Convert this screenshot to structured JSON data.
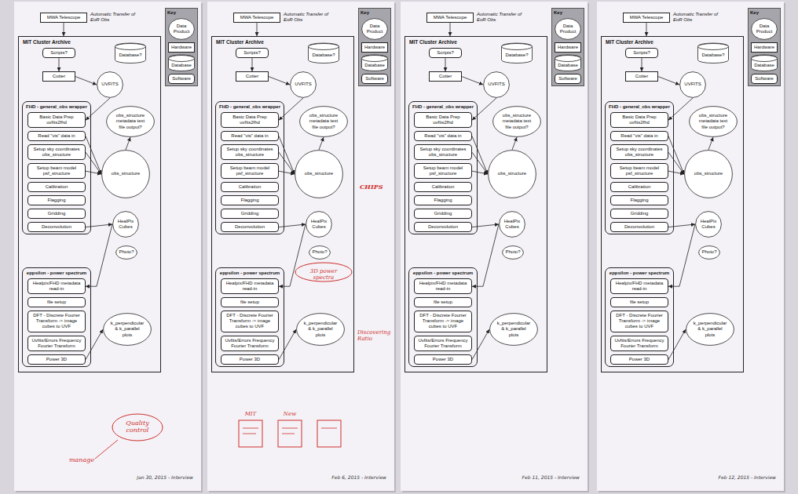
{
  "diagram": {
    "nodes": [
      {
        "text": [
          "MWA Telescope"
        ]
      },
      {
        "text": [
          "Key"
        ]
      },
      {
        "text": [
          "Data Product"
        ],
        "in": 1
      },
      {
        "text": [
          "Hardware"
        ],
        "in": 1
      },
      {
        "text": [
          "Database"
        ],
        "in": 1
      },
      {
        "text": [
          "Software"
        ],
        "in": 1
      },
      {
        "text": [
          "MIT Cluster Archive"
        ]
      },
      {
        "text": [
          "Scripts?"
        ],
        "in": 6
      },
      {
        "text": [
          "Database?"
        ],
        "in": 6
      },
      {
        "text": [
          "Cotter"
        ],
        "in": 6
      },
      {
        "text": [
          "UVFITS"
        ],
        "in": 6
      },
      {
        "text": [
          "FHD - general_obs wrapper"
        ],
        "in": 6
      },
      {
        "text": [
          "Basic Data Prep uvfits2fhd"
        ],
        "in": 11
      },
      {
        "text": [
          "Read \"vis\" data in"
        ],
        "in": 11
      },
      {
        "text": [
          "Setup sky coordinates obs_structure"
        ],
        "in": 11
      },
      {
        "text": [
          "Setup beam model psf_structure"
        ],
        "in": 11
      },
      {
        "text": [
          "Calibration"
        ],
        "in": 11
      },
      {
        "text": [
          "Flagging"
        ],
        "in": 11
      },
      {
        "text": [
          "Gridding"
        ],
        "in": 11
      },
      {
        "text": [
          "Deconvolution"
        ],
        "in": 11
      },
      {
        "text": [
          "obs_structure metadata text file output?"
        ],
        "in": 6
      },
      {
        "text": [
          "obs_structure"
        ],
        "in": 6
      },
      {
        "text": [
          "HealPix Cubes"
        ],
        "in": 6
      },
      {
        "text": [
          "Photo?"
        ],
        "in": 6
      },
      {
        "text": [
          "eppsilon - power spectrum"
        ],
        "in": 6
      },
      {
        "text": [
          "Healpix/FHD metadata read-in"
        ],
        "in": 24
      },
      {
        "text": [
          "file setup"
        ],
        "in": 24
      },
      {
        "text": [
          "DFT - Discrete Fourier Transform -> image cubes to UVF"
        ],
        "in": 24
      },
      {
        "text": [
          "Uvfits/Errors Frequency Fourier Transform"
        ],
        "in": 24
      },
      {
        "text": [
          "Power 3D"
        ],
        "in": 24
      },
      {
        "text": [
          "k_perpendicular & k_parallel plots"
        ],
        "in": 6
      },
      {
        "text": [
          "MWA Telescope"
        ]
      },
      {
        "text": [
          "Key"
        ]
      },
      {
        "text": [
          "Data Product"
        ],
        "in": 32
      },
      {
        "text": [
          "Hardware"
        ],
        "in": 32
      },
      {
        "text": [
          "Database"
        ],
        "in": 32
      },
      {
        "text": [
          "Software"
        ],
        "in": 32
      },
      {
        "text": [
          "MIT Cluster Archive"
        ]
      },
      {
        "text": [
          "Scripts?"
        ],
        "in": 37
      },
      {
        "text": [
          "Database?"
        ],
        "in": 37
      },
      {
        "text": [
          "Cotter"
        ],
        "in": 37
      },
      {
        "text": [
          "UVFITS"
        ],
        "in": 37
      },
      {
        "text": [
          "FHD - general_obs wrapper"
        ],
        "in": 37
      },
      {
        "text": [
          "Basic Data Prep uvfits2fhd"
        ],
        "in": 42
      },
      {
        "text": [
          "Read \"vis\" data in"
        ],
        "in": 42
      },
      {
        "text": [
          "Setup sky coordinates obs_structure"
        ],
        "in": 42
      },
      {
        "text": [
          "Setup beam model psf_structure"
        ],
        "in": 42
      },
      {
        "text": [
          "Calibration"
        ],
        "in": 42
      },
      {
        "text": [
          "Flagging"
        ],
        "in": 42
      },
      {
        "text": [
          "Gridding"
        ],
        "in": 42
      },
      {
        "text": [
          "Deconvolution"
        ],
        "in": 42
      },
      {
        "text": [
          "obs_structure metadata text file output?"
        ],
        "in": 37
      },
      {
        "text": [
          "obs_structure"
        ],
        "in": 37
      },
      {
        "text": [
          "HealPix Cubes"
        ],
        "in": 37
      },
      {
        "text": [
          "Photo?"
        ],
        "in": 37
      },
      {
        "text": [
          "eppsilon - power spectrum"
        ],
        "in": 37
      },
      {
        "text": [
          "Healpix/FHD metadata read-in"
        ],
        "in": 55
      },
      {
        "text": [
          "file setup"
        ],
        "in": 55
      },
      {
        "text": [
          "DFT - Discrete Fourier Transform -> image cubes to UVF"
        ],
        "in": 55
      },
      {
        "text": [
          "Uvfits/Errors Frequency Fourier Transform"
        ],
        "in": 55
      },
      {
        "text": [
          "Power 3D"
        ],
        "in": 55
      },
      {
        "text": [
          "k_perpendicular & k_parallel plots"
        ],
        "in": 37
      },
      {
        "text": [
          "MWA Telescope"
        ]
      },
      {
        "text": [
          "Key"
        ]
      },
      {
        "text": [
          "Data Product"
        ],
        "in": 63
      },
      {
        "text": [
          "Hardware"
        ],
        "in": 63
      },
      {
        "text": [
          "Database"
        ],
        "in": 63
      },
      {
        "text": [
          "Software"
        ],
        "in": 63
      },
      {
        "text": [
          "MIT Cluster Archive"
        ]
      },
      {
        "text": [
          "Scripts?"
        ],
        "in": 68
      },
      {
        "text": [
          "Database?"
        ],
        "in": 68
      },
      {
        "text": [
          "Cotter"
        ],
        "in": 68
      },
      {
        "text": [
          "UVFITS"
        ],
        "in": 68
      },
      {
        "text": [
          "FHD - general_obs wrapper"
        ],
        "in": 68
      },
      {
        "text": [
          "Basic Data Prep uvfits2fhd"
        ],
        "in": 73
      },
      {
        "text": [
          "Read \"vis\" data in"
        ],
        "in": 73
      },
      {
        "text": [
          "Setup sky coordinates obs_structure"
        ],
        "in": 73
      },
      {
        "text": [
          "Setup beam model psf_structure"
        ],
        "in": 73
      },
      {
        "text": [
          "Calibration"
        ],
        "in": 73
      },
      {
        "text": [
          "Flagging"
        ],
        "in": 73
      },
      {
        "text": [
          "Gridding"
        ],
        "in": 73
      },
      {
        "text": [
          "Deconvolution"
        ],
        "in": 73
      },
      {
        "text": [
          "obs_structure metadata text file output?"
        ],
        "in": 68
      },
      {
        "text": [
          "obs_structure"
        ],
        "in": 68
      },
      {
        "text": [
          "HealPix Cubes"
        ],
        "in": 68
      },
      {
        "text": [
          "Photo?"
        ],
        "in": 68
      },
      {
        "text": [
          "eppsilon - power spectrum"
        ],
        "in": 68
      },
      {
        "text": [
          "Healpix/FHD metadata read-in"
        ],
        "in": 86
      },
      {
        "text": [
          "file setup"
        ],
        "in": 86
      },
      {
        "text": [
          "DFT - Discrete Fourier Transform -> image cubes to UVF"
        ],
        "in": 86
      },
      {
        "text": [
          "Uvfits/Errors Frequency Fourier Transform"
        ],
        "in": 86
      },
      {
        "text": [
          "Power 3D"
        ],
        "in": 86
      },
      {
        "text": [
          "k_perpendicular & k_parallel plots"
        ],
        "in": 68
      },
      {
        "text": [
          "MWA Telescope"
        ]
      },
      {
        "text": [
          "Key"
        ]
      },
      {
        "text": [
          "Data Product"
        ],
        "in": 94
      },
      {
        "text": [
          "Hardware"
        ],
        "in": 94
      },
      {
        "text": [
          "Database"
        ],
        "in": 94
      },
      {
        "text": [
          "Software"
        ],
        "in": 94
      },
      {
        "text": [
          "MIT Cluster Archive"
        ]
      },
      {
        "text": [
          "Scripts?"
        ],
        "in": 99
      },
      {
        "text": [
          "Database?"
        ],
        "in": 99
      },
      {
        "text": [
          "Cotter"
        ],
        "in": 99
      },
      {
        "text": [
          "UVFITS"
        ],
        "in": 99
      },
      {
        "text": [
          "FHD - general_obs wrapper"
        ],
        "in": 99
      },
      {
        "text": [
          "Basic Data Prep uvfits2fhd"
        ],
        "in": 104
      },
      {
        "text": [
          "Read \"vis\" data in"
        ],
        "in": 104
      },
      {
        "text": [
          "Setup sky coordinates obs_structure"
        ],
        "in": 104
      },
      {
        "text": [
          "Setup beam model psf_structure"
        ],
        "in": 104
      },
      {
        "text": [
          "Calibration"
        ],
        "in": 104
      },
      {
        "text": [
          "Flagging"
        ],
        "in": 104
      },
      {
        "text": [
          "Gridding"
        ],
        "in": 104
      },
      {
        "text": [
          "Deconvolution"
        ],
        "in": 104
      },
      {
        "text": [
          "obs_structure metadata text file output?"
        ],
        "in": 99
      },
      {
        "text": [
          "obs_structure"
        ],
        "in": 99
      },
      {
        "text": [
          "HealPix Cubes"
        ],
        "in": 99
      },
      {
        "text": [
          "Photo?"
        ],
        "in": 99
      },
      {
        "text": [
          "eppsilon - power spectrum"
        ],
        "in": 99
      },
      {
        "text": [
          "Healpix/FHD metadata read-in"
        ],
        "in": 117
      },
      {
        "text": [
          "file setup"
        ],
        "in": 117
      },
      {
        "text": [
          "DFT - Discrete Fourier Transform -> image cubes to UVF"
        ],
        "in": 117
      },
      {
        "text": [
          "Uvfits/Errors Frequency Fourier Transform"
        ],
        "in": 117
      },
      {
        "text": [
          "Power 3D"
        ],
        "in": 117
      },
      {
        "text": [
          "k_perpendicular & k_parallel plots"
        ],
        "in": 99
      }
    ],
    "edges": [
      {
        "from": 0,
        "to": 6,
        "arrow": "to",
        "label": "Automatic Transfer of EoR Obs"
      },
      {
        "from": 7,
        "to": 9,
        "arrow": "to"
      },
      {
        "from": 9,
        "to": 10,
        "arrow": "to"
      },
      {
        "from": 10,
        "to": 12,
        "arrow": "to"
      },
      {
        "from": 13,
        "to": 21,
        "arrow": "to"
      },
      {
        "from": 14,
        "to": 21,
        "arrow": "to"
      },
      {
        "from": 15,
        "to": 21,
        "arrow": "to"
      },
      {
        "from": 21,
        "to": 20,
        "arrow": "to"
      },
      {
        "from": 19,
        "to": 22,
        "arrow": "to"
      },
      {
        "from": 22,
        "to": 25,
        "arrow": "to"
      },
      {
        "from": 29,
        "to": 30,
        "arrow": "to"
      },
      {
        "from": 31,
        "to": 37,
        "arrow": "to",
        "label": "Automatic Transfer of EoR Obs"
      },
      {
        "from": 38,
        "to": 40,
        "arrow": "to"
      },
      {
        "from": 40,
        "to": 41,
        "arrow": "to"
      },
      {
        "from": 41,
        "to": 43,
        "arrow": "to"
      },
      {
        "from": 44,
        "to": 52,
        "arrow": "to"
      },
      {
        "from": 45,
        "to": 52,
        "arrow": "to"
      },
      {
        "from": 46,
        "to": 52,
        "arrow": "to"
      },
      {
        "from": 52,
        "to": 51,
        "arrow": "to"
      },
      {
        "from": 50,
        "to": 53,
        "arrow": "to"
      },
      {
        "from": 53,
        "to": 56,
        "arrow": "to"
      },
      {
        "from": 60,
        "to": 61,
        "arrow": "to"
      },
      {
        "from": 62,
        "to": 68,
        "arrow": "to",
        "label": "Automatic Transfer of EoR Obs"
      },
      {
        "from": 69,
        "to": 71,
        "arrow": "to"
      },
      {
        "from": 71,
        "to": 72,
        "arrow": "to"
      },
      {
        "from": 72,
        "to": 74,
        "arrow": "to"
      },
      {
        "from": 75,
        "to": 83,
        "arrow": "to"
      },
      {
        "from": 76,
        "to": 83,
        "arrow": "to"
      },
      {
        "from": 77,
        "to": 83,
        "arrow": "to"
      },
      {
        "from": 83,
        "to": 82,
        "arrow": "to"
      },
      {
        "from": 81,
        "to": 84,
        "arrow": "to"
      },
      {
        "from": 84,
        "to": 87,
        "arrow": "to"
      },
      {
        "from": 91,
        "to": 92,
        "arrow": "to"
      },
      {
        "from": 93,
        "to": 99,
        "arrow": "to",
        "label": "Automatic Transfer of EoR Obs"
      },
      {
        "from": 100,
        "to": 102,
        "arrow": "to"
      },
      {
        "from": 102,
        "to": 103,
        "arrow": "to"
      },
      {
        "from": 103,
        "to": 105,
        "arrow": "to"
      },
      {
        "from": 106,
        "to": 114,
        "arrow": "to"
      },
      {
        "from": 107,
        "to": 114,
        "arrow": "to"
      },
      {
        "from": 108,
        "to": 114,
        "arrow": "to"
      },
      {
        "from": 114,
        "to": 113,
        "arrow": "to"
      },
      {
        "from": 112,
        "to": 115,
        "arrow": "to"
      },
      {
        "from": 115,
        "to": 118,
        "arrow": "to"
      },
      {
        "from": 122,
        "to": 123,
        "arrow": "to"
      }
    ],
    "labels": [
      "Quality control",
      "manage",
      "Jan 30, 2015 - Interview",
      "3D power spectra",
      "CHIPS",
      "Discovering Ratio",
      "MIT",
      "New",
      "Feb 6, 2015 - Interview",
      "Feb 11, 2015 - Interview",
      "Feb 12, 2015 - Interview"
    ]
  }
}
